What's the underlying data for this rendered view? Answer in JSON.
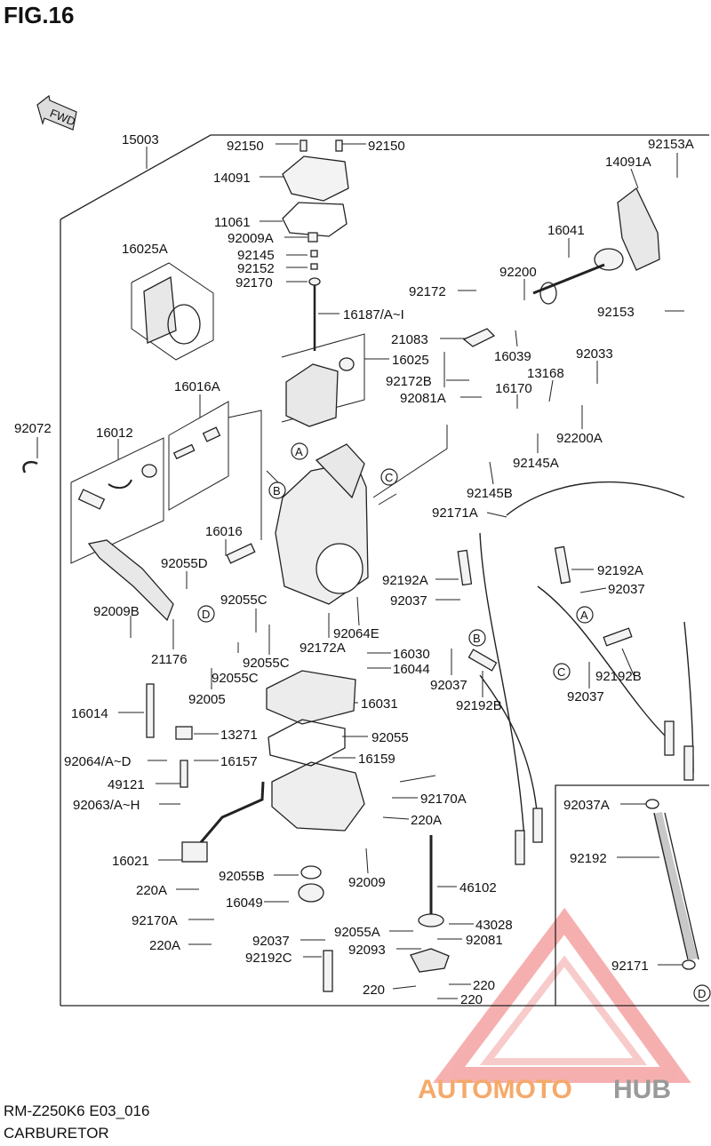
{
  "header": {
    "figure": "FIG.16"
  },
  "footer": {
    "model_code": "RM-Z250K6 E03_016",
    "section_name": "CARBURETOR"
  },
  "direction_marker": "FWD",
  "labels": [
    "15003",
    "92150",
    "92150",
    "92153A",
    "14091",
    "14091A",
    "11061",
    "92009A",
    "16041",
    "16025A",
    "92145",
    "92152",
    "92200",
    "92170",
    "92172",
    "92153",
    "16187/A~I",
    "21083",
    "16025",
    "16039",
    "92033",
    "13168",
    "92172B",
    "16170",
    "92081A",
    "16016A",
    "92072",
    "16012",
    "92200A",
    "92145A",
    "92145B",
    "92171A",
    "16016",
    "92055D",
    "92192A",
    "92192A",
    "92037",
    "92037",
    "92009B",
    "92055C",
    "92064E",
    "92172A",
    "16030",
    "16044",
    "21176",
    "92055C",
    "92055C",
    "92037",
    "92192B",
    "92005",
    "16031",
    "92037",
    "92192B",
    "16014",
    "13271",
    "92055",
    "92064/A~D",
    "16157",
    "16159",
    "49121",
    "92170A",
    "92063/A~H",
    "220A",
    "92037A",
    "16021",
    "92192",
    "220A",
    "92055B",
    "92009",
    "46102",
    "16049",
    "92170A",
    "43028",
    "92055A",
    "92081",
    "92037",
    "92093",
    "220A",
    "92192C",
    "92171",
    "220",
    "220",
    "220"
  ],
  "callouts": [
    "A",
    "B",
    "C",
    "A",
    "B",
    "C",
    "D",
    "D"
  ],
  "watermark": {
    "part1": "AUTOMOTO",
    "part2": "HUB",
    "color1": "#f5a96a",
    "color2": "#9a9a9a",
    "accent": "#f07a7a"
  }
}
